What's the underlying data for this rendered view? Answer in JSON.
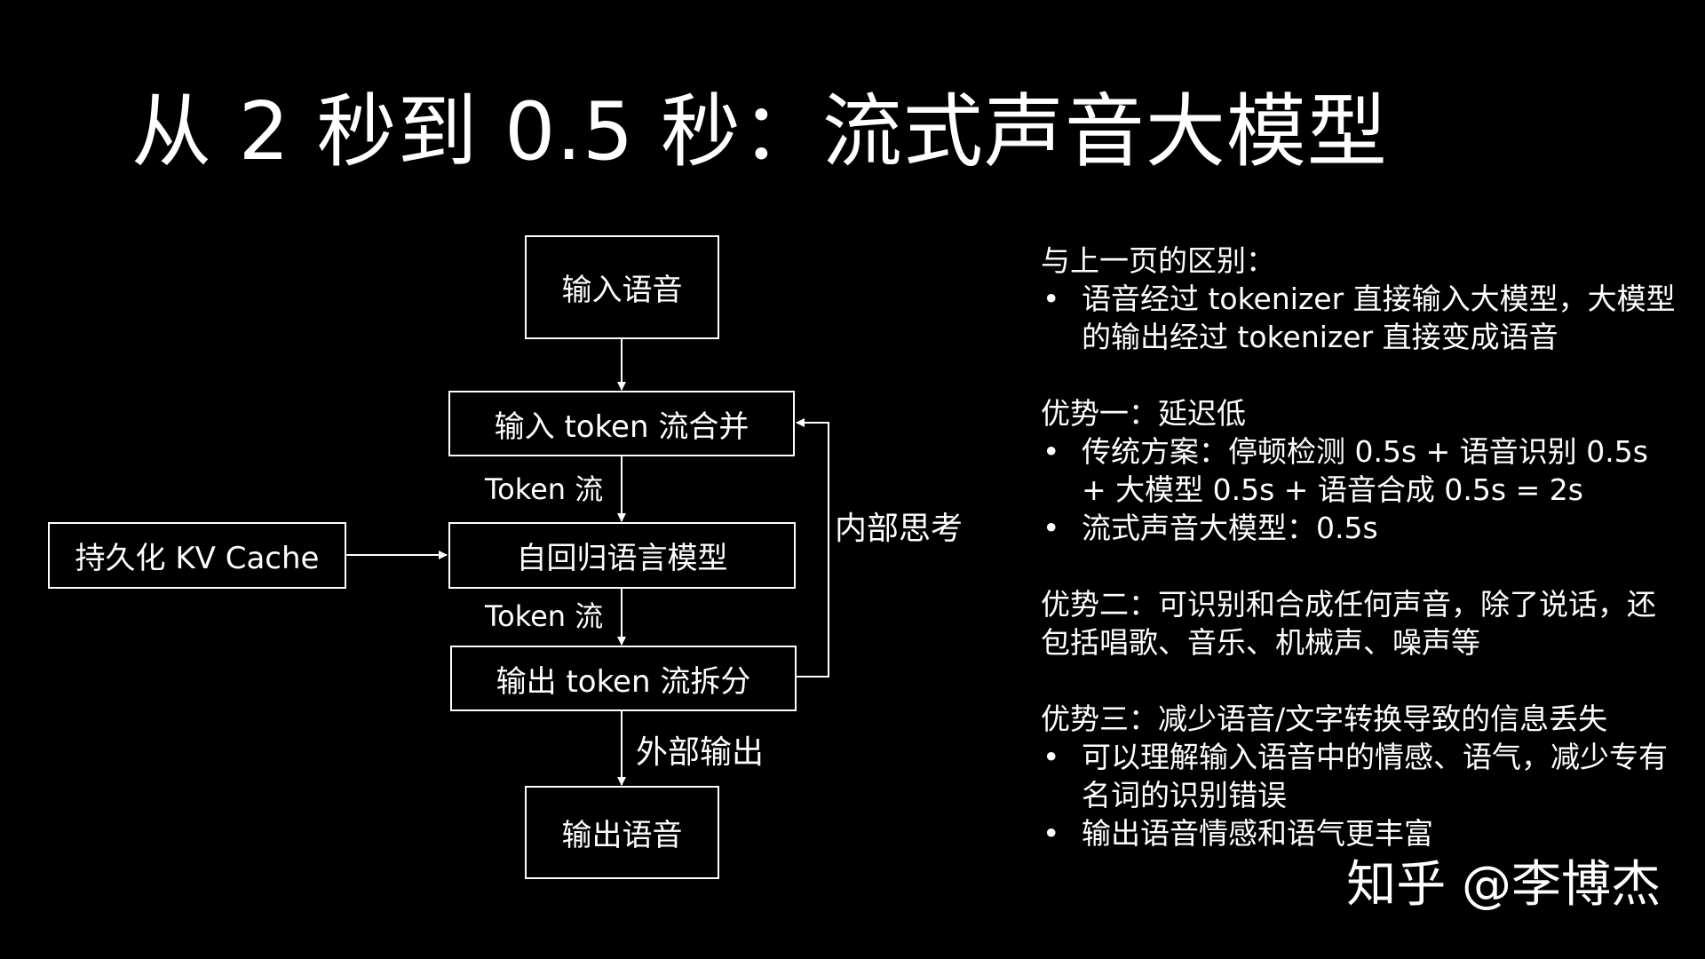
{
  "slide": {
    "title": "从 2 秒到 0.5 秒：流式声音大模型"
  },
  "diagram": {
    "input_speech": "输入语音",
    "input_merge": "输入 token 流合并",
    "token_flow_1": "Token 流",
    "autoregressive_model": "自回归语言模型",
    "token_flow_2": "Token 流",
    "output_split": "输出 token 流拆分",
    "output_speech": "输出语音",
    "kv_cache": "持久化 KV Cache",
    "internal_thinking": "内部思考",
    "external_output": "外部输出"
  },
  "notes": {
    "diff_heading": "与上一页的区别：",
    "diff_bullets": [
      "语音经过 tokenizer 直接输入大模型，大模型的输出经过 tokenizer 直接变成语音"
    ],
    "adv1_heading": "优势一：延迟低",
    "adv1_bullets": [
      "传统方案：停顿检测 0.5s + 语音识别 0.5s + 大模型 0.5s + 语音合成 0.5s = 2s",
      "流式声音大模型：0.5s"
    ],
    "adv2_heading": "优势二：可识别和合成任何声音，除了说话，还包括唱歌、音乐、机械声、噪声等",
    "adv3_heading": "优势三：减少语音/文字转换导致的信息丢失",
    "adv3_bullets": [
      "可以理解输入语音中的情感、语气，减少专有名词的识别错误",
      "输出语音情感和语气更丰富"
    ]
  },
  "watermark": {
    "text": "知乎 @李博杰"
  }
}
